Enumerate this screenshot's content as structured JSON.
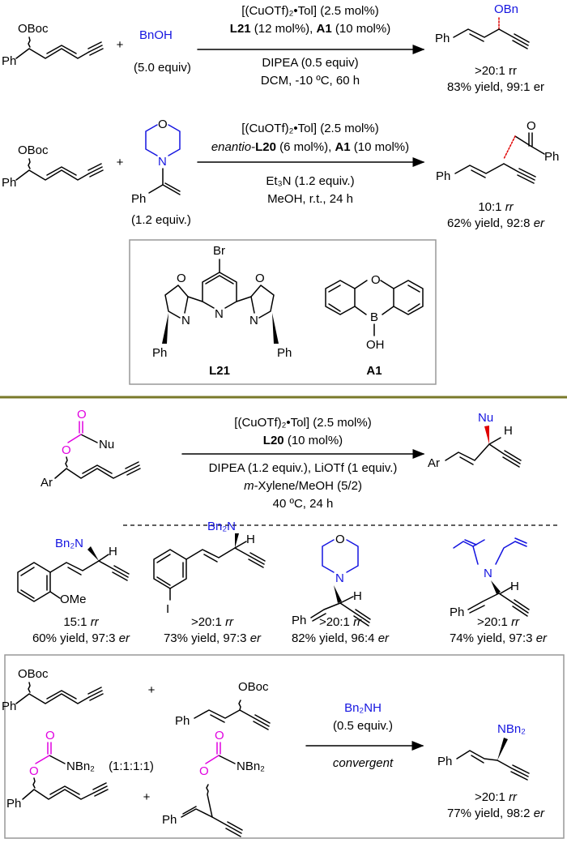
{
  "reaction1": {
    "sm_group": "OBoc",
    "sm_ph": "Ph",
    "plus": "+",
    "reagent": "BnOH",
    "reagent_equiv": "(5.0 equiv)",
    "cond_line1": "[(CuOTf)₂•Tol] (2.5 mol%)",
    "cond_line2_L": "L21",
    "cond_line2_mid": " (12 mol%), ",
    "cond_line2_A": "A1",
    "cond_line2_end": " (10 mol%)",
    "cond_line3": "DIPEA (0.5 equiv)",
    "cond_line4": "DCM, -10 ºC, 60 h",
    "prod_group": "OBn",
    "prod_ph": "Ph",
    "rr": ">20:1 rr",
    "yield": "83% yield, 99:1 er"
  },
  "reaction2": {
    "sm_group": "OBoc",
    "sm_ph": "Ph",
    "plus": "+",
    "reagent_o": "O",
    "reagent_n": "N",
    "reagent_ph": "Ph",
    "reagent_equiv": "(1.2 equiv.)",
    "cond_line1": "[(CuOTf)₂•Tol] (2.5 mol%)",
    "cond_line2_pre": "enantio-",
    "cond_line2_L": "L20",
    "cond_line2_mid": " (6 mol%), ",
    "cond_line2_A": "A1",
    "cond_line2_end": " (10 mol%)",
    "cond_line3": "Et₃N (1.2 equiv.)",
    "cond_line4": "MeOH, r.t., 24 h",
    "prod_o": "O",
    "prod_ph1": "Ph",
    "prod_ph2": "Ph",
    "rr_num": "10:1 ",
    "rr_it": "rr",
    "yield_pre": "62% yield, 92:8 ",
    "yield_it": "er"
  },
  "ligand_box": {
    "br": "Br",
    "n_py": "N",
    "o_left": "O",
    "o_right": "O",
    "n_left": "N",
    "n_right": "N",
    "ph_left": "Ph",
    "ph_right": "Ph",
    "label_L": "L21",
    "a1_o": "O",
    "a1_b": "B",
    "a1_oh": "OH",
    "label_A": "A1"
  },
  "general": {
    "carb_o1": "O",
    "carb_o2": "O",
    "carb_nu": "Nu",
    "sm_ar": "Ar",
    "cond_line1": "[(CuOTf)₂•Tol] (2.5 mol%)",
    "cond_line2_L": "L20",
    "cond_line2_end": " (10 mol%)",
    "cond_line3": "DIPEA (1.2 equiv.), LiOTf (1 equiv.)",
    "cond_line4_pre": "m",
    "cond_line4": "-Xylene/MeOH (5/2)",
    "cond_line5": "40 ºC, 24 h",
    "prod_nu": "Nu",
    "prod_h": "H",
    "prod_ar": "Ar"
  },
  "examples": [
    {
      "group": "Bn₂N",
      "h": "H",
      "sub": "OMe",
      "rr_num": "15:1 ",
      "rr_it": "rr",
      "yield_pre": "60% yield, 97:3 ",
      "yield_it": "er"
    },
    {
      "group": "Bn₂N",
      "h": "H",
      "sub": "I",
      "rr_num": ">20:1 ",
      "rr_it": "rr",
      "yield_pre": "73% yield, 97:3 ",
      "yield_it": "er"
    },
    {
      "group_o": "O",
      "group_n": "N",
      "h": "H",
      "ph": "Ph",
      "rr_num": ">20:1 ",
      "rr_it": "rr",
      "yield_pre": "82% yield, 96:4 ",
      "yield_it": "er"
    },
    {
      "group_n": "N",
      "h": "H",
      "ph": "Ph",
      "rr_num": ">20:1 ",
      "rr_it": "rr",
      "yield_pre": "74% yield, 97:3 ",
      "yield_it": "er"
    }
  ],
  "convergent": {
    "sm1_group": "OBoc",
    "sm1_ph": "Ph",
    "plus1": "+",
    "sm2_group": "OBoc",
    "sm2_ph": "Ph",
    "ratio": "(1:1:1:1)",
    "sm3_o1": "O",
    "sm3_o2": "O",
    "sm3_n": "NBn₂",
    "sm3_ph": "Ph",
    "plus2": "+",
    "sm4_o1": "O",
    "sm4_o2": "O",
    "sm4_n": "NBn₂",
    "sm4_ph": "Ph",
    "reagent": "Bn₂NH",
    "reagent_equiv": "(0.5 equiv.)",
    "mode": "convergent",
    "prod_group": "NBn₂",
    "prod_ph": "Ph",
    "rr_num": ">20:1 ",
    "rr_it": "rr",
    "yield_pre": "77% yield, 98:2 ",
    "yield_it": "er"
  },
  "colors": {
    "blue": "#1515e0",
    "magenta": "#e000e0",
    "red": "#e00000",
    "separator": "#7a7a2a",
    "box": "#999999"
  }
}
